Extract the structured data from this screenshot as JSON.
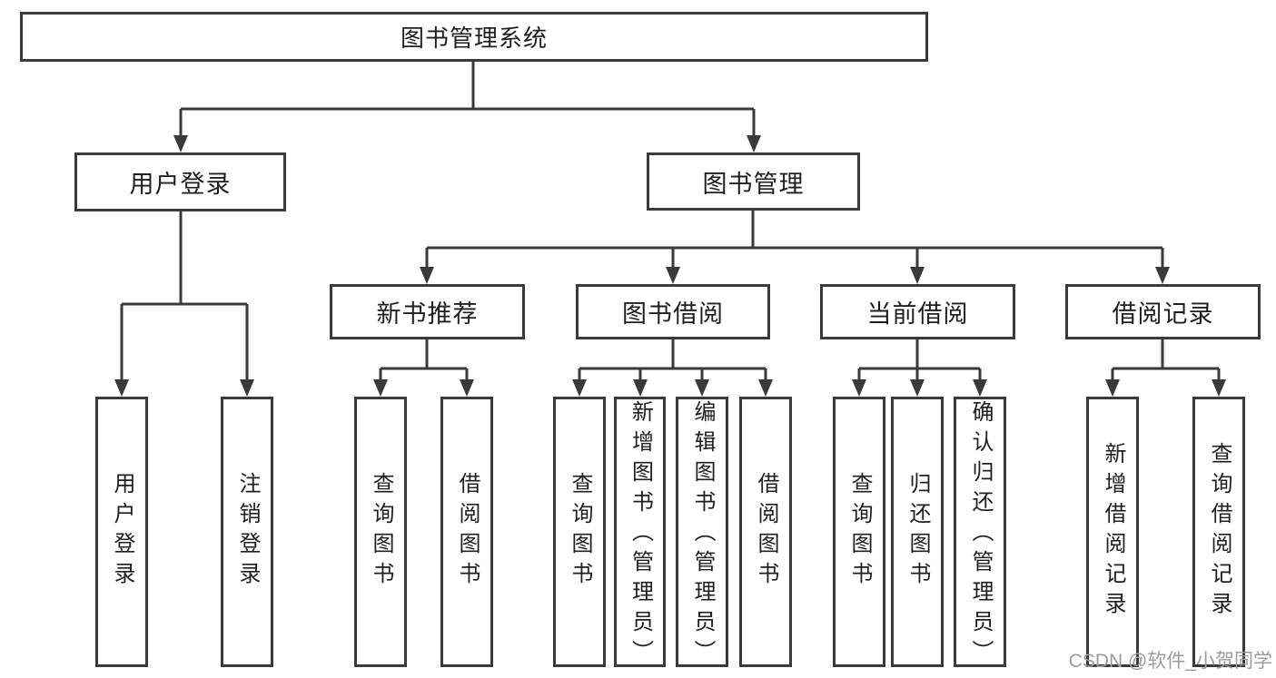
{
  "tree": {
    "label": "图书管理系统",
    "children": [
      {
        "label": "用户登录",
        "children": [
          {
            "label": "用户登录"
          },
          {
            "label": "注销登录"
          }
        ]
      },
      {
        "label": "图书管理",
        "children": [
          {
            "label": "新书推荐",
            "children": [
              {
                "label": "查询图书"
              },
              {
                "label": "借阅图书"
              }
            ]
          },
          {
            "label": "图书借阅",
            "children": [
              {
                "label": "查询图书"
              },
              {
                "label": "新增图书（管理员）"
              },
              {
                "label": "编辑图书（管理员）"
              },
              {
                "label": "借阅图书"
              }
            ]
          },
          {
            "label": "当前借阅",
            "children": [
              {
                "label": "查询图书"
              },
              {
                "label": "归还图书"
              },
              {
                "label": "确认归还（管理员）"
              }
            ]
          },
          {
            "label": "借阅记录",
            "children": [
              {
                "label": "新增借阅记录"
              },
              {
                "label": "查询借阅记录"
              }
            ]
          }
        ]
      }
    ]
  },
  "watermark": {
    "text": "CSDN @软件_小贺同学"
  },
  "colors": {
    "line": "#3a3a3a",
    "text": "#1f1f1f",
    "watermark": "#9c9c9c",
    "background": "#ffffff"
  }
}
